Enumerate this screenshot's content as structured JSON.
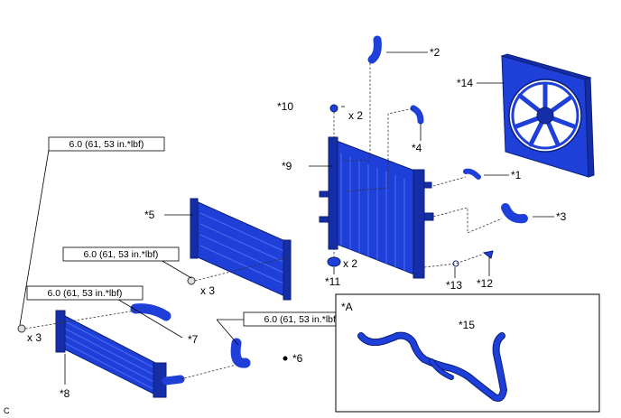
{
  "callouts": {
    "c1": "*1",
    "c2": "*2",
    "c3": "*3",
    "c4": "*4",
    "c5": "*5",
    "c6": "*6",
    "c7": "*7",
    "c8": "*8",
    "c9": "*9",
    "c10": "*10",
    "c11": "*11",
    "c12": "*12",
    "c13": "*13",
    "c14": "*14",
    "c15": "*15"
  },
  "inset_label": "*A",
  "torque": {
    "t1": "6.0 (61, 53 in.*lbf)",
    "t2": "6.0 (61, 53 in.*lbf)",
    "t3": "6.0 (61, 53 in.*lbf)",
    "t4": "6.0 (61, 53 in.*lbf)"
  },
  "quantities": {
    "q10": "x 2",
    "q11": "x 2",
    "q5": "x 3",
    "q8": "x 3"
  },
  "corner_code": "C",
  "colors": {
    "part": "#1e3fd8",
    "part_dark": "#152ea8",
    "outline": "#0a1e7a"
  }
}
